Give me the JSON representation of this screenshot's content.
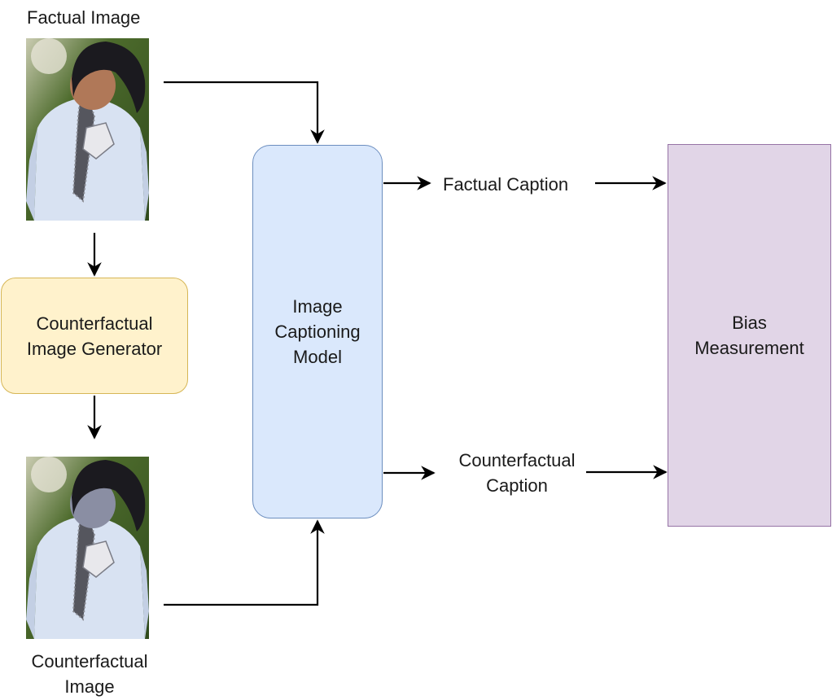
{
  "diagram": {
    "factual_image_label": "Factual Image",
    "counterfactual_image_label": "Counterfactual\nImage",
    "generator_label": "Counterfactual\nImage Generator",
    "captioner_label": "Image\nCaptioning\nModel",
    "factual_caption_label": "Factual Caption",
    "counterfactual_caption_label": "Counterfactual\nCaption",
    "bias_label": "Bias\nMeasurement",
    "colors": {
      "generator_fill": "#fff2cc",
      "generator_stroke": "#d6b656",
      "captioner_fill": "#dae8fc",
      "captioner_stroke": "#6c8ebf",
      "bias_fill": "#e1d5e7",
      "bias_stroke": "#9673a6",
      "arrow": "#000000"
    },
    "images": [
      {
        "name": "factual-image",
        "subject": "boy in white shirt and striped tie",
        "skin_tone": "#b07858"
      },
      {
        "name": "counterfactual-image",
        "subject": "boy in white shirt and striped tie (skin tone altered)",
        "skin_tone": "#8a8ea3"
      }
    ]
  }
}
